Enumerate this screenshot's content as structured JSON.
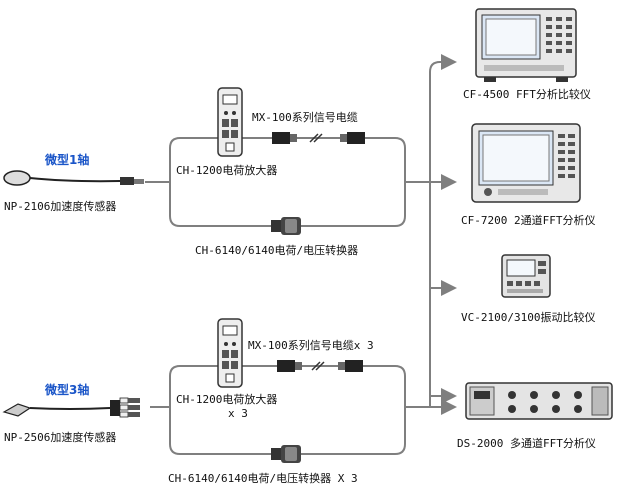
{
  "colors": {
    "line": "#7f7f7f",
    "accent": "#1a55c8",
    "device": "#e8e8e8"
  },
  "top": {
    "axis_label": "微型1轴",
    "sensor": "NP-2106加速度传感器",
    "cable": "MX-100系列信号电缆",
    "amp": "CH-1200电荷放大器",
    "converter": "CH-6140/6140电荷/电压转换器"
  },
  "bottom": {
    "axis_label": "微型3轴",
    "sensor": "NP-2506加速度传感器",
    "cable": "MX-100系列信号电缆x 3",
    "amp": "CH-1200电荷放大器",
    "amp_qty": "x 3",
    "converter": "CH-6140/6140电荷/电压转换器 X 3"
  },
  "analyzers": [
    {
      "label": "CF-4500 FFT分析比较仪",
      "icon": "cf4500-analyzer-icon"
    },
    {
      "label": "CF-7200 2通道FFT分析仪",
      "icon": "cf7200-analyzer-icon"
    },
    {
      "label": "VC-2100/3100振动比较仪",
      "icon": "vc-comparator-icon"
    },
    {
      "label": "DS-2000 多通道FFT分析仪",
      "icon": "ds2000-analyzer-icon"
    }
  ]
}
